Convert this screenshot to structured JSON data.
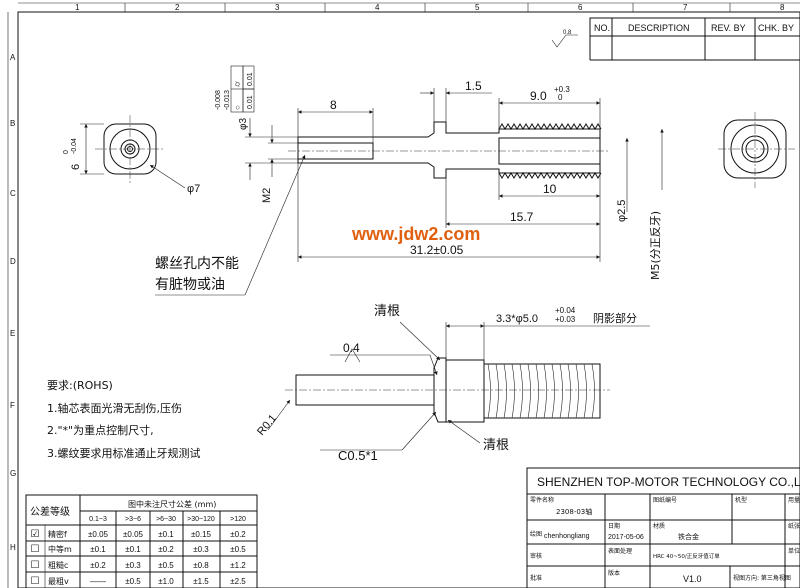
{
  "frame": {
    "columns": [
      "1",
      "2",
      "3",
      "4",
      "5",
      "6",
      "7",
      "8"
    ],
    "rows": [
      "A",
      "B",
      "C",
      "D",
      "E",
      "F",
      "G",
      "H"
    ]
  },
  "revision_table": {
    "headers": [
      "NO.",
      "DESCRIPTION",
      "REV. BY",
      "CHK. BY"
    ]
  },
  "surface_finish": "0.8",
  "dims": {
    "d_length_8": "8",
    "d_1_5": "1.5",
    "d_9_main": "9.0",
    "d_9_up": "+0.3",
    "d_9_low": "0",
    "d_10": "10",
    "d_15_7": "15.7",
    "d_31_2": "31.2±0.05",
    "d_m2": "M2",
    "d_phi25": "φ2.5",
    "d_m5": "M5(分正反牙)",
    "d_phi7": "φ7",
    "d_6_main": "6",
    "d_6_up": "0",
    "d_6_low": "-0.04",
    "d_phi3_main": "φ3",
    "d_phi3_up": "-0.008",
    "d_phi3_low": "-0.013",
    "tol1_value": "0.01",
    "tol2_value": "0.01",
    "d_phi5_prefix": "3.3*φ5.0",
    "d_phi5_up": "+0.04",
    "d_phi5_low": "+0.03",
    "d_phi5_suffix": "阴影部分",
    "d_0_4": "0.4",
    "d_r01": "R0.1",
    "d_c05": "C0.5*1"
  },
  "notes": {
    "thread_note_1": "螺丝孔内不能",
    "thread_note_2": "有脏物或油",
    "qing_gen_1": "清根",
    "qing_gen_2": "清根",
    "watermark": "www.jdw2.com",
    "req_title": "要求:(ROHS)",
    "req_1": "1.轴芯表面光滑无刮伤,压伤",
    "req_2": "2.\"*\"为重点控制尺寸,",
    "req_3": "3.螺纹要求用标准通止牙规测试"
  },
  "tolerance_table": {
    "grade_label": "公差等级",
    "caption": "图中未注尺寸公差 (mm)",
    "ranges": [
      "0.1~3",
      ">3~6",
      ">6~30",
      ">30~120",
      ">120"
    ],
    "rows": [
      {
        "check": "☑",
        "grade": "精密f",
        "vals": [
          "±0.05",
          "±0.05",
          "±0.1",
          "±0.15",
          "±0.2"
        ]
      },
      {
        "check": "☐",
        "grade": "中等m",
        "vals": [
          "±0.1",
          "±0.1",
          "±0.2",
          "±0.3",
          "±0.5"
        ]
      },
      {
        "check": "☐",
        "grade": "粗糙c",
        "vals": [
          "±0.2",
          "±0.3",
          "±0.5",
          "±0.8",
          "±1.2"
        ]
      },
      {
        "check": "☐",
        "grade": "最粗v",
        "vals": [
          "——",
          "±0.5",
          "±1.0",
          "±1.5",
          "±2.5"
        ]
      }
    ]
  },
  "title_block": {
    "company": "SHENZHEN TOP-MOTOR TECHNOLOGY CO.,LTD",
    "part_name_label": "零件名称",
    "part_name": "2308-03轴",
    "drawing_no_label": "图纸编号",
    "model_label": "机型",
    "qty_label": "用量",
    "drawn_label": "绘图",
    "drawn_by": "chenhongliang",
    "date_label": "日期",
    "date": "2017-05-06",
    "material_label": "材质",
    "material": "铁合金",
    "paper_label": "纸张",
    "review_label": "审核",
    "surface_label": "表面处理",
    "surface": "HRC 40~50/正反牙值订单",
    "unit_label": "单位",
    "approve_label": "批准",
    "version_label": "版本",
    "version": "V1.0",
    "view_label": "视图方向: 第三角视图"
  }
}
